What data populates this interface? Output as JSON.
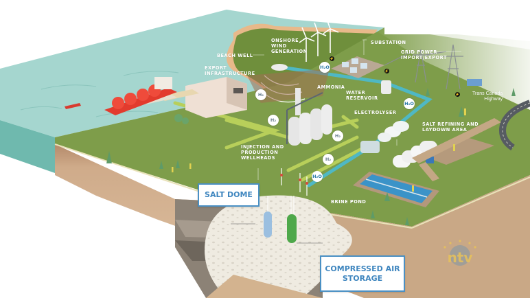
{
  "diagram": {
    "title": "Salt Dome Compressed Air Storage and Hydrogen Production Site",
    "labels": {
      "onshore_wind": "Onshore\nWind\nGeneration",
      "substation": "Substation",
      "beach_well": "Beach Well",
      "grid_power": "Grid Power\nImport/Export",
      "export_infrastructure": "Export\nInfrastructure",
      "ammonia": "Ammonia",
      "water_reservoir": "Water\nReservoir",
      "electrolyser": "Electrolyser",
      "trans_canada_highway": "Trans Canada\nHighway",
      "salt_refining": "Salt Refining and\nLaydown Area",
      "injection_wellheads": "Injection and\nProduction\nWellheads",
      "brine_pond": "Brine Pond"
    },
    "callouts": {
      "salt_dome": "SALT DOME",
      "compressed_air_storage": "COMPRESSED AIR\nSTORAGE"
    },
    "flow_badges": {
      "hydrogen": "H₂",
      "water": "H₂O",
      "power": "⚡"
    },
    "colors": {
      "sea": "#a5d6cf",
      "sea_edge": "#6fb9ae",
      "grass": "#7e9d4a",
      "grass_light": "#8fae58",
      "soil": "#caa987",
      "rock_dark": "#7d7469",
      "salt": "#eeeae0",
      "pipe_h2": "#b8cf5a",
      "pipe_water": "#4fb8c4",
      "ship": "#e23b2d",
      "callout_border": "#4a90c4",
      "callout_text": "#3f86bf",
      "logo": "#e8c25a"
    },
    "watermark": "ntv"
  }
}
